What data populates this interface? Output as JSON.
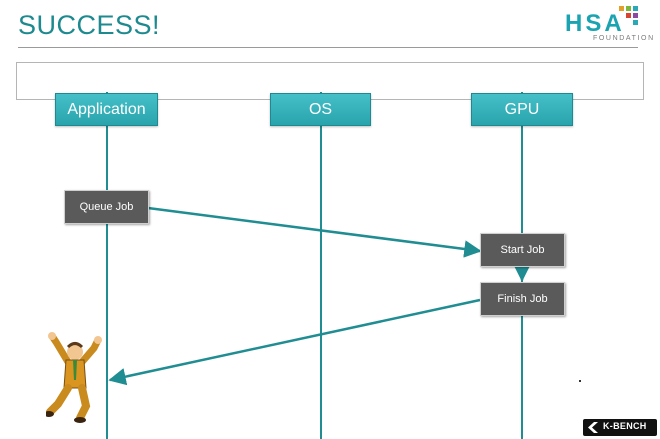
{
  "header": {
    "title": "SUCCESS!"
  },
  "logo": {
    "text": "HSA",
    "subtitle": "FOUNDATION"
  },
  "actors": [
    {
      "label": "Application"
    },
    {
      "label": "OS"
    },
    {
      "label": "GPU"
    }
  ],
  "steps": {
    "queue_job": "Queue Job",
    "start_job": "Start Job",
    "finish_job": "Finish Job"
  },
  "badge": {
    "text": "K-BENCH"
  },
  "colors": {
    "teal": "#1f8d92",
    "actor_fill": "#35b1ba",
    "step_fill": "#5a5a5a",
    "title": "#1d8a8f"
  },
  "icons": {
    "celebration_figure": "cheering-businessman-icon",
    "brand_mark": "kbench-logo-icon"
  }
}
